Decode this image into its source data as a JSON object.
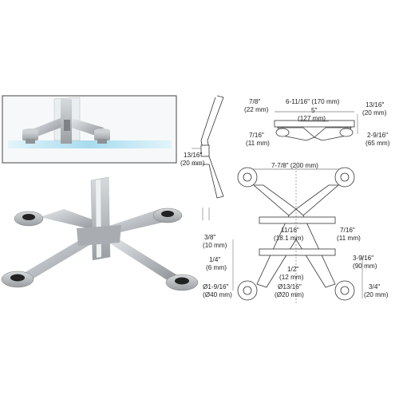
{
  "dimensions": {
    "d1": "7/8\"",
    "d1m": "(22 mm)",
    "d2": "6-11/16\" (170 mm)",
    "d3": "5\"",
    "d3m": "(127 mm)",
    "d4": "13/16\"",
    "d4m": "(20 mm)",
    "d5": "7/16\"",
    "d5m": "(11 mm)",
    "d6": "2-9/16\"",
    "d6m": "(65 mm)",
    "d7": "13/16\"",
    "d7m": "(20 mm)",
    "d8": "7-7/8\" (200 mm)",
    "d9": "3/8\"",
    "d9m": "(10 mm)",
    "d10": "11/16\"",
    "d10m": "(18.1 mm)",
    "d11": "7/16\"",
    "d11m": "(11 mm)",
    "d12": "1/4\"",
    "d12m": "(6 mm)",
    "d13": "1/2\"",
    "d13m": "(12 mm)",
    "d14": "3-9/16\"",
    "d14m": "(90 mm)",
    "d15": "Ø1-9/16\"",
    "d15m": "(Ø40 mm)",
    "d16": "Ø13/16\"",
    "d16m": "(Ø20 mm)",
    "d17": "3/4\"",
    "d17m": "(20 mm)"
  }
}
